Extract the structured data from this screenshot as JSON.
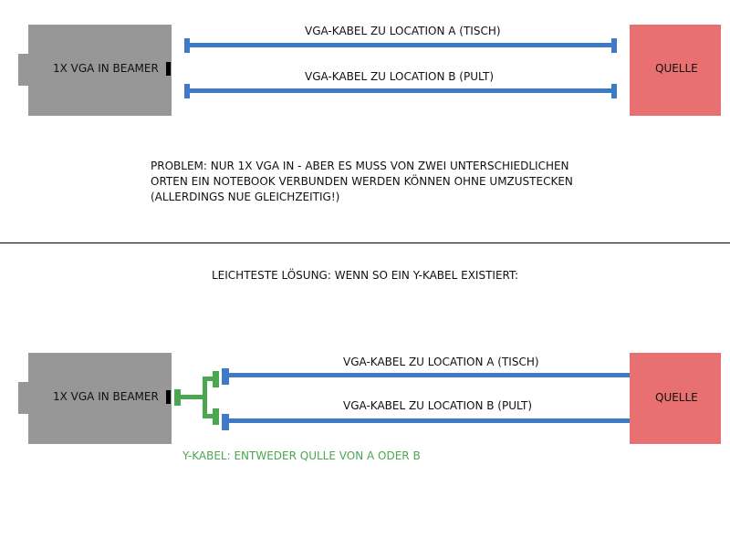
{
  "colors": {
    "beamer": "#979797",
    "quelle": "#e87070",
    "vga_cable": "#3f7ac9",
    "y_cable": "#4aa750",
    "divider": "#000000"
  },
  "top_diagram": {
    "beamer_label": "1X VGA IN BEAMER",
    "source_label": "QUELLE",
    "cable_a_label": "VGA-KABEL ZU LOCATION A (TISCH)",
    "cable_b_label": "VGA-KABEL ZU LOCATION B (PULT)"
  },
  "problem_text": [
    "PROBLEM: NUR 1X VGA IN - ABER ES MUSS VON ZWEI UNTERSCHIEDLICHEN",
    "ORTEN EIN NOTEBOOK VERBUNDEN WERDEN KÖNNEN OHNE UMZUSTECKEN",
    "(ALLERDINGS NUE GLEICHZEITIG!)"
  ],
  "solution_heading": "LEICHTESTE LÖSUNG: WENN SO EIN Y-KABEL EXISTIERT:",
  "bottom_diagram": {
    "beamer_label": "1X VGA IN BEAMER",
    "source_label": "QUELLE",
    "cable_a_label": "VGA-KABEL ZU LOCATION A (TISCH)",
    "cable_b_label": "VGA-KABEL ZU LOCATION B (PULT)",
    "y_cable_label": "Y-KABEL: ENTWEDER QULLE VON A ODER B"
  }
}
